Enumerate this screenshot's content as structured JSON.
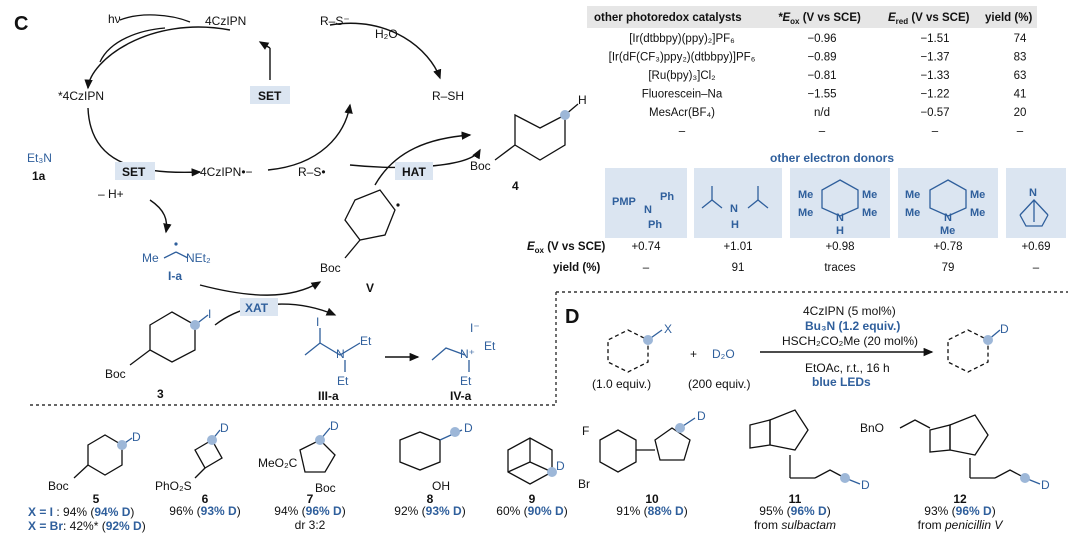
{
  "panel_c": {
    "letter": "C",
    "cycle": {
      "hv": "hν",
      "czipn": "4CzIPN",
      "excited": "*4CzIPN",
      "radical_anion": "4CzIPN•−",
      "set_top": "SET",
      "set_left": "SET",
      "thiolate": "R–S⁻",
      "thiyl": "R–S•",
      "thiol": "R–SH",
      "water": "H₂O",
      "hat": "HAT",
      "et3n": "Et₃N",
      "et3n_id": "1a",
      "minus_h": "– H+",
      "amine_rad": "Me",
      "amine_rad_b": "NEt₂",
      "amine_rad_id": "I-a",
      "xat": "XAT",
      "sub3_boc": "Boc",
      "sub3_x": "I",
      "sub3_id": "3",
      "rad_v_boc": "Boc",
      "rad_v_id": "V",
      "prod4_boc": "Boc",
      "prod4_h": "H",
      "prod4_id": "4",
      "iiia_id": "III-a",
      "iva_id": "IV-a",
      "iiia_i": "I",
      "iiia_et1": "Et",
      "iiia_et2": "Et",
      "iiia_n": "N",
      "iva_i": "I⁻",
      "iva_et1": "Et",
      "iva_et2": "Et",
      "iva_n": "N⁺"
    }
  },
  "catalyst_table": {
    "headers": [
      "other photoredox catalysts",
      "*E",
      "ox",
      " (V vs SCE)",
      "E",
      "red",
      " (V vs SCE)",
      "yield (%)"
    ],
    "rows": [
      {
        "name": "[Ir(dtbbpy)(ppy)₂]PF₆",
        "eox": "−0.96",
        "ered": "−1.51",
        "yield": "74"
      },
      {
        "name": "[Ir(dF(CF₃)ppy₂)(dtbbpy)]PF₆",
        "eox": "−0.89",
        "ered": "−1.37",
        "yield": "83"
      },
      {
        "name": "[Ru(bpy)₃]Cl₂",
        "eox": "−0.81",
        "ered": "−1.33",
        "yield": "63"
      },
      {
        "name": "Fluorescein–Na",
        "eox": "−1.55",
        "ered": "−1.22",
        "yield": "41"
      },
      {
        "name": "MesAcr(BF₄)",
        "eox": "n/d",
        "ered": "−0.57",
        "yield": "20"
      },
      {
        "name": "–",
        "eox": "–",
        "ered": "–",
        "yield": "–"
      }
    ]
  },
  "donor_table": {
    "title": "other electron donors",
    "eox_label": "E",
    "eox_sub": "ox",
    "eox_rest": " (V vs SCE)",
    "yield_label": "yield (%)",
    "donors": [
      {
        "label": "PMP",
        "eox": "+0.74",
        "yield": "–"
      },
      {
        "label": "",
        "eox": "+1.01",
        "yield": "91"
      },
      {
        "label": "",
        "eox": "+0.98",
        "yield": "traces"
      },
      {
        "label": "",
        "eox": "+0.78",
        "yield": "79"
      },
      {
        "label": "",
        "eox": "+0.69",
        "yield": "–"
      }
    ],
    "atoms": {
      "ph": "Ph",
      "n": "N",
      "h": "H",
      "me": "Me"
    }
  },
  "panel_d": {
    "letter": "D",
    "cond1": "4CzIPN (5 mol%)",
    "cond2": "Bu₃N (1.2 equiv.)",
    "cond3": "HSCH₂CO₂Me (20 mol%)",
    "cond4": "EtOAc, r.t., 16 h",
    "cond5": "blue LEDs",
    "x": "X",
    "plus": "+",
    "d2o": "D₂O",
    "eq1": "(1.0 equiv.)",
    "eq2": "(200 equiv.)",
    "d": "D"
  },
  "products": [
    {
      "id": "5",
      "line1": "X = I",
      "line1b": " : 94% (",
      "line1c": "94% D",
      "line1d": ")",
      "line2": "X = Br",
      "line2b": ": 42%* (",
      "line2c": "92% D",
      "line2d": ")",
      "label": "Boc"
    },
    {
      "id": "6",
      "y": "96% (",
      "d": "93% D",
      "e": ")",
      "label": "PhO₂S"
    },
    {
      "id": "7",
      "y": "94% (",
      "d": "96% D",
      "e": ")",
      "extra": "dr 3:2",
      "label": "MeO₂C",
      "label2": "Boc"
    },
    {
      "id": "8",
      "y": "92% (",
      "d": "93% D",
      "e": ")",
      "label": "OH"
    },
    {
      "id": "9",
      "y": "60% (",
      "d": "90% D",
      "e": ")"
    },
    {
      "id": "10",
      "y": "91% (",
      "d": "88% D",
      "e": ")",
      "f": "F",
      "br": "Br"
    },
    {
      "id": "11",
      "y": "95% (",
      "d": "96% D",
      "e": ")",
      "src": "from ",
      "srci": "sulbactam"
    },
    {
      "id": "12",
      "y": "93% (",
      "d": "96% D",
      "e": ")",
      "src": "from ",
      "srci": "penicillin V",
      "label": "BnO"
    }
  ],
  "colors": {
    "accent": "#2f5f9c",
    "highlight": "#dbe5f1",
    "text": "#111111"
  }
}
